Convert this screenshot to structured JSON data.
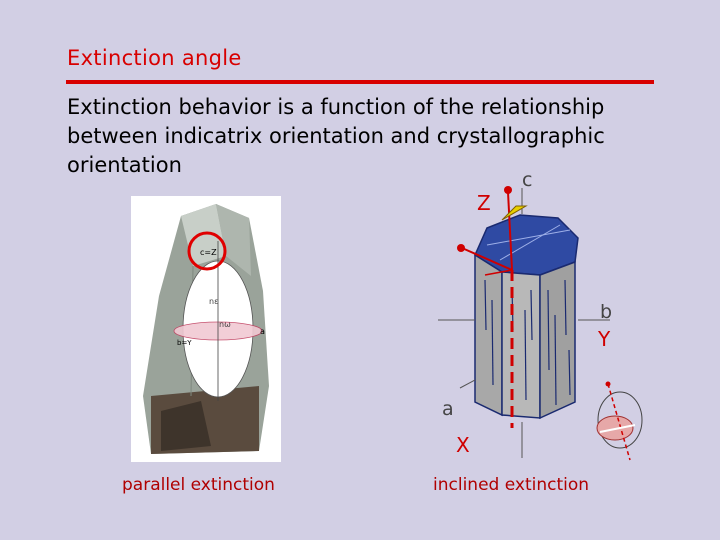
{
  "slide": {
    "title": "Extinction angle",
    "body": "Extinction behavior is a function of the relationship between indicatrix orientation and crystallographic orientation"
  },
  "left_figure": {
    "labels": {
      "cz": "c=Z",
      "ne": "nε",
      "nw": "nω",
      "bY": "b=Y",
      "a": "a"
    },
    "caption": "parallel extinction"
  },
  "right_figure": {
    "labels": {
      "c": "c",
      "Z": "Z",
      "b": "b",
      "Y": "Y",
      "a": "a",
      "X": "X"
    },
    "caption": "inclined extinction"
  }
}
